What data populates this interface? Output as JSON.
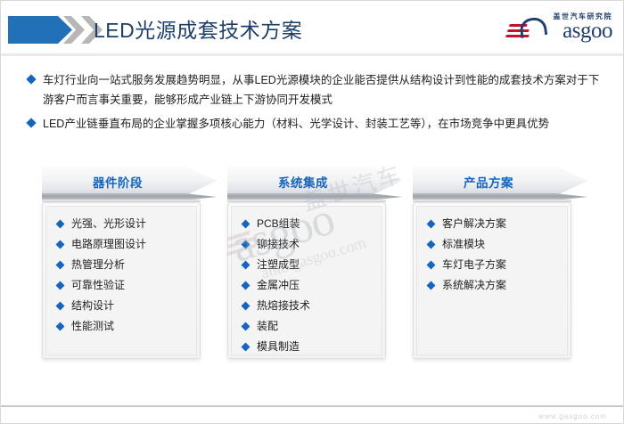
{
  "header": {
    "title": "LED光源成套技术方案",
    "chevron_icon": "chevron-right-icon"
  },
  "logo": {
    "cn_text": "盖世汽车研究院",
    "wordmark": "asgoo",
    "accent_color": "#1f3f6d",
    "bar_color": "#c8102e"
  },
  "bullets": [
    "车灯行业向一站式服务发展趋势明显，从事LED光源模块的企业能否提供从结构设计到性能的成套技术方案对于下游客户而言事关重要，能够形成产业链上下游协同开发模式",
    "LED产业链垂直布局的企业掌握多项核心能力（材料、光学设计、封装工艺等），在市场竞争中更具优势"
  ],
  "panels": [
    {
      "title": "器件阶段",
      "items": [
        "光强、光形设计",
        "电路原理图设计",
        "热管理分析",
        "可靠性验证",
        "结构设计",
        "性能测试"
      ]
    },
    {
      "title": "系统集成",
      "items": [
        "PCB组装",
        "铆接技术",
        "注塑成型",
        "金属冲压",
        "热熔接技术",
        "装配",
        "模具制造"
      ]
    },
    {
      "title": "产品方案",
      "items": [
        "客户解决方案",
        "标准模块",
        "车灯电子方案",
        "系统解决方案"
      ]
    }
  ],
  "watermark": {
    "wordmark": "asgoo",
    "cn_text": "盖世汽车",
    "url": "auto.gasgoo.com"
  },
  "footer": {
    "url": "www.gasgoo.com"
  },
  "colors": {
    "accent_blue": "#1565c0",
    "header_blue": "#2270b8",
    "title_navy": "#1d3f69",
    "chevron_gray": "#b7b7b7"
  }
}
